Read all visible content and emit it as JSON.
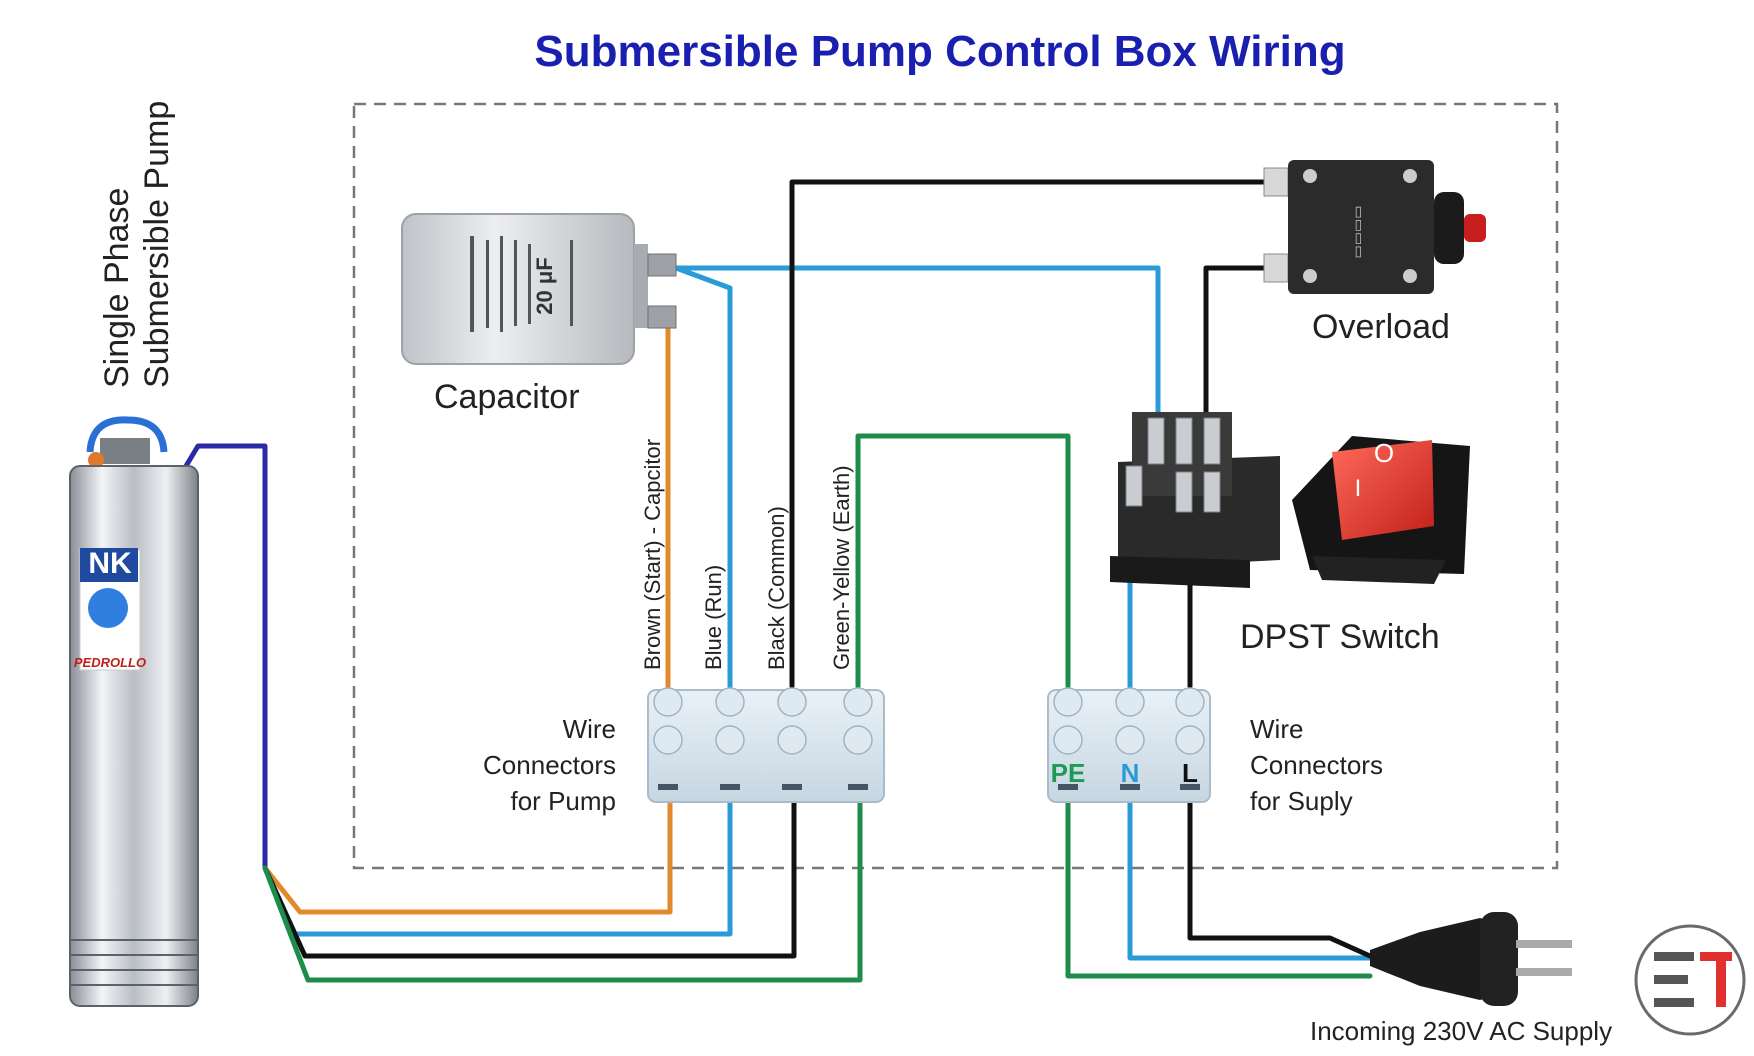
{
  "title": "Submersible Pump Control Box Wiring",
  "pump": {
    "label_line1": "Single Phase",
    "label_line2": "Submersible Pump",
    "brand": "NK",
    "maker": "PEDROLLO"
  },
  "capacitor": {
    "label": "Capacitor",
    "rating": "20 μF"
  },
  "overload": {
    "label": "Overload"
  },
  "switch": {
    "label": "DPST Switch",
    "on_mark": "I",
    "off_mark": "O"
  },
  "pump_connectors": {
    "label_line1": "Wire",
    "label_line2": "Connectors",
    "label_line3": "for Pump",
    "wires": [
      {
        "name": "Brown (Start) - Capcitor",
        "color": "#e08a2b"
      },
      {
        "name": "Blue (Run)",
        "color": "#2a9bd6"
      },
      {
        "name": "Black (Common)",
        "color": "#111111"
      },
      {
        "name": "Green-Yellow (Earth)",
        "color": "#1e8c4a"
      }
    ]
  },
  "supply_connectors": {
    "label_line1": "Wire",
    "label_line2": "Connectors",
    "label_line3": "for Suply",
    "terminals": [
      {
        "name": "PE",
        "color": "#1e9a55"
      },
      {
        "name": "N",
        "color": "#2a9bd6"
      },
      {
        "name": "L",
        "color": "#111111"
      }
    ]
  },
  "plug": {
    "label": "Incoming 230V AC Supply"
  },
  "logo": {
    "text": "ET"
  },
  "colors": {
    "cable": "#2a2aa8",
    "box_border": "#777777",
    "title": "#1a1fb0"
  }
}
